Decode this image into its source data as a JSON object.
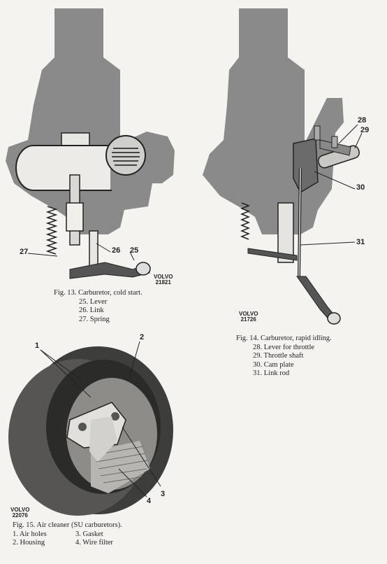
{
  "fig13": {
    "caption": "Fig. 13. Carburetor, cold start.",
    "stamp": [
      "VOLVO",
      "21821"
    ],
    "callouts": [
      "25",
      "26",
      "27"
    ],
    "items": [
      "25. Lever",
      "26. Link",
      "27. Spring"
    ]
  },
  "fig14": {
    "caption": "Fig. 14. Carburetor, rapid idling.",
    "stamp": [
      "VOLVO",
      "21726"
    ],
    "callouts": [
      "28",
      "29",
      "30",
      "31"
    ],
    "items": [
      "28. Lever for throttle",
      "29. Throttle shaft",
      "30. Cam plate",
      "31. Link rod"
    ]
  },
  "fig15": {
    "caption": "Fig. 15. Air cleaner (SU carburetors).",
    "stamp": [
      "VOLVO",
      "22076"
    ],
    "callouts": [
      "1",
      "2",
      "3",
      "4"
    ],
    "items": [
      "1. Air holes",
      "3. Gasket",
      "2. Housing",
      "4. Wire filter"
    ]
  }
}
